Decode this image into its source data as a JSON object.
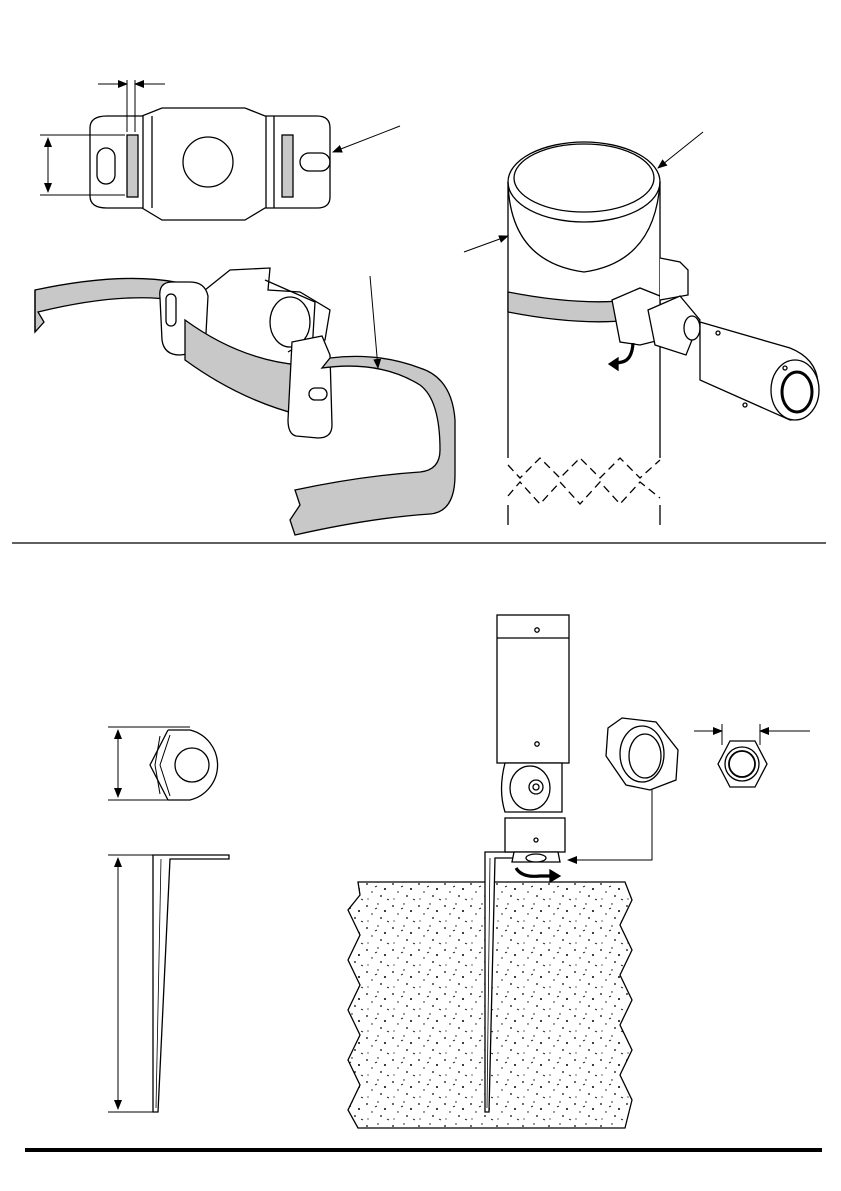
{
  "document": {
    "type": "installation-drawing",
    "text_labels": []
  },
  "colors": {
    "line": "#000000",
    "strap_fill": "#c8c8c8",
    "paper": "#ffffff"
  },
  "sections": [
    {
      "name": "pole-strap-mounting",
      "views": [
        "bracket-flat-view",
        "bracket-with-strap-view",
        "pole-mounted-light-view"
      ]
    },
    {
      "name": "ground-spike-mounting",
      "views": [
        "spike-top-view",
        "spike-side-view",
        "spike-installed-view",
        "lock-nut-detail"
      ]
    }
  ]
}
